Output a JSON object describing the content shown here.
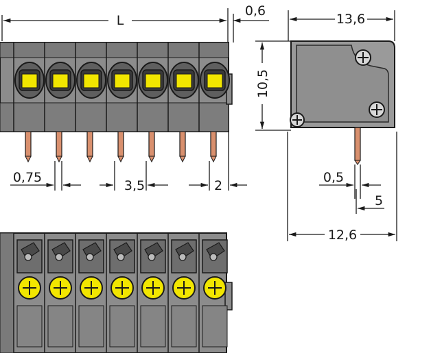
{
  "dimensions": {
    "length": "L",
    "tab": "0,6",
    "width": "13,6",
    "height": "10,5",
    "pin_offset": "0,75",
    "pitch": "3,5",
    "pin_spacing": "2",
    "pin_width": "0,5",
    "pin_length": "5",
    "base_width": "12,6"
  },
  "poles": 7,
  "colors": {
    "housing": "#8c8c8c",
    "housing_dark": "#5f5f5f",
    "outline": "#1a1a1a",
    "actuator": "#f2e600",
    "pin": "#d9906e",
    "side_view": "#9a9a9a"
  }
}
